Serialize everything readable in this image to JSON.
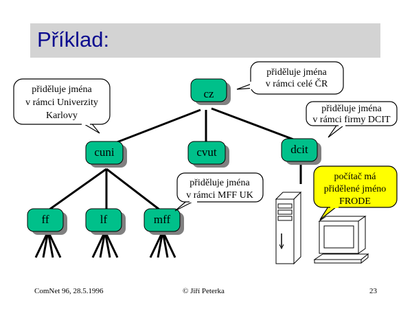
{
  "slide": {
    "title": "Příklad:",
    "footer": {
      "left": "ComNet 96,  28.5.1996",
      "center": "© Jiří Peterka",
      "right": "23"
    }
  },
  "nodes": {
    "cz": "cz",
    "cuni": "cuni",
    "cvut": "cvut",
    "dcit": "dcit",
    "ff": "ff",
    "lf": "lf",
    "mff": "mff"
  },
  "callouts": {
    "cz": [
      "přiděluje jména",
      "v rámci celé ČR"
    ],
    "cuni": [
      "přiděluje jména",
      "v rámci Univerzity",
      "Karlovy"
    ],
    "dcit": [
      "přiděluje jména",
      "v rámci firmy DCIT"
    ],
    "mff": [
      "přiděluje jména",
      "v rámci MFF UK"
    ],
    "computer": [
      "počítač má",
      "přidělené jméno",
      "FRODE"
    ]
  },
  "colors": {
    "node_fill": "#00c08a",
    "node_shadow": "#808080",
    "computer_callout_fill": "#ffff00",
    "title_bar": "#d3d3d3",
    "title_text": "#0b0b8f"
  }
}
